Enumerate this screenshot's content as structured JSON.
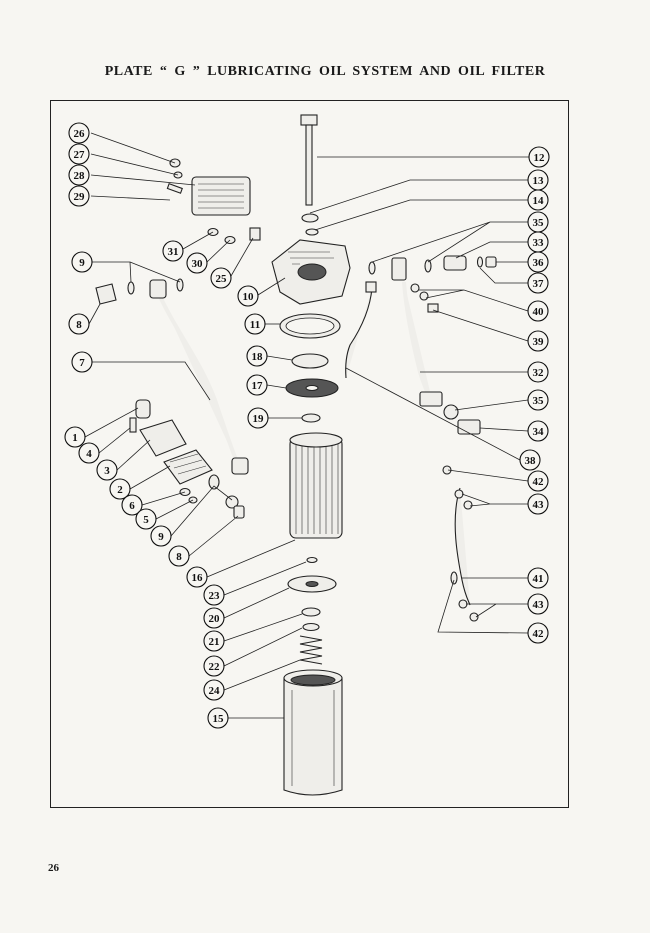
{
  "title": "PLATE “ G ” LUBRICATING OIL SYSTEM AND OIL FILTER",
  "page_number": "26",
  "callouts": {
    "c26": "26",
    "c27": "27",
    "c28": "28",
    "c29": "29",
    "c31": "31",
    "c30": "30",
    "c25": "25",
    "c10": "10",
    "c9a": "9",
    "c8a": "8",
    "c7": "7",
    "c11": "11",
    "c18": "18",
    "c17": "17",
    "c19": "19",
    "c1": "1",
    "c4": "4",
    "c3": "3",
    "c2": "2",
    "c6": "6",
    "c5": "5",
    "c9b": "9",
    "c8b": "8",
    "c16": "16",
    "c23": "23",
    "c20": "20",
    "c21": "21",
    "c22": "22",
    "c24": "24",
    "c15": "15",
    "c12": "12",
    "c13": "13",
    "c14": "14",
    "c35a": "35",
    "c33": "33",
    "c36": "36",
    "c37": "37",
    "c40": "40",
    "c39": "39",
    "c32": "32",
    "c35b": "35",
    "c34": "34",
    "c38": "38",
    "c42a": "42",
    "c43a": "43",
    "c41": "41",
    "c43b": "43",
    "c42b": "42"
  }
}
